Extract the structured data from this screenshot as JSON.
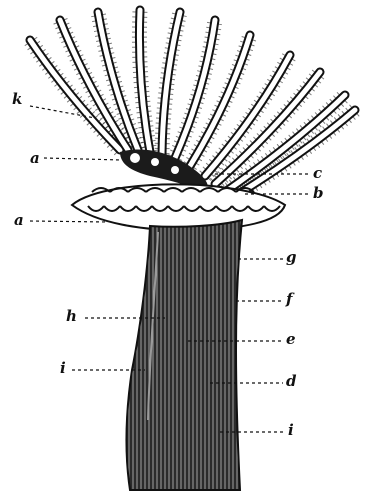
{
  "figure": {
    "description_colors": {
      "ink": "#111111",
      "paper": "#ffffff"
    },
    "labels": {
      "k": "k",
      "a_upper": "a",
      "c": "c",
      "b": "b",
      "a_lower": "a",
      "g": "g",
      "h": "h",
      "f": "f",
      "i_left": "i",
      "e": "e",
      "d": "d",
      "i_right": "i"
    }
  }
}
